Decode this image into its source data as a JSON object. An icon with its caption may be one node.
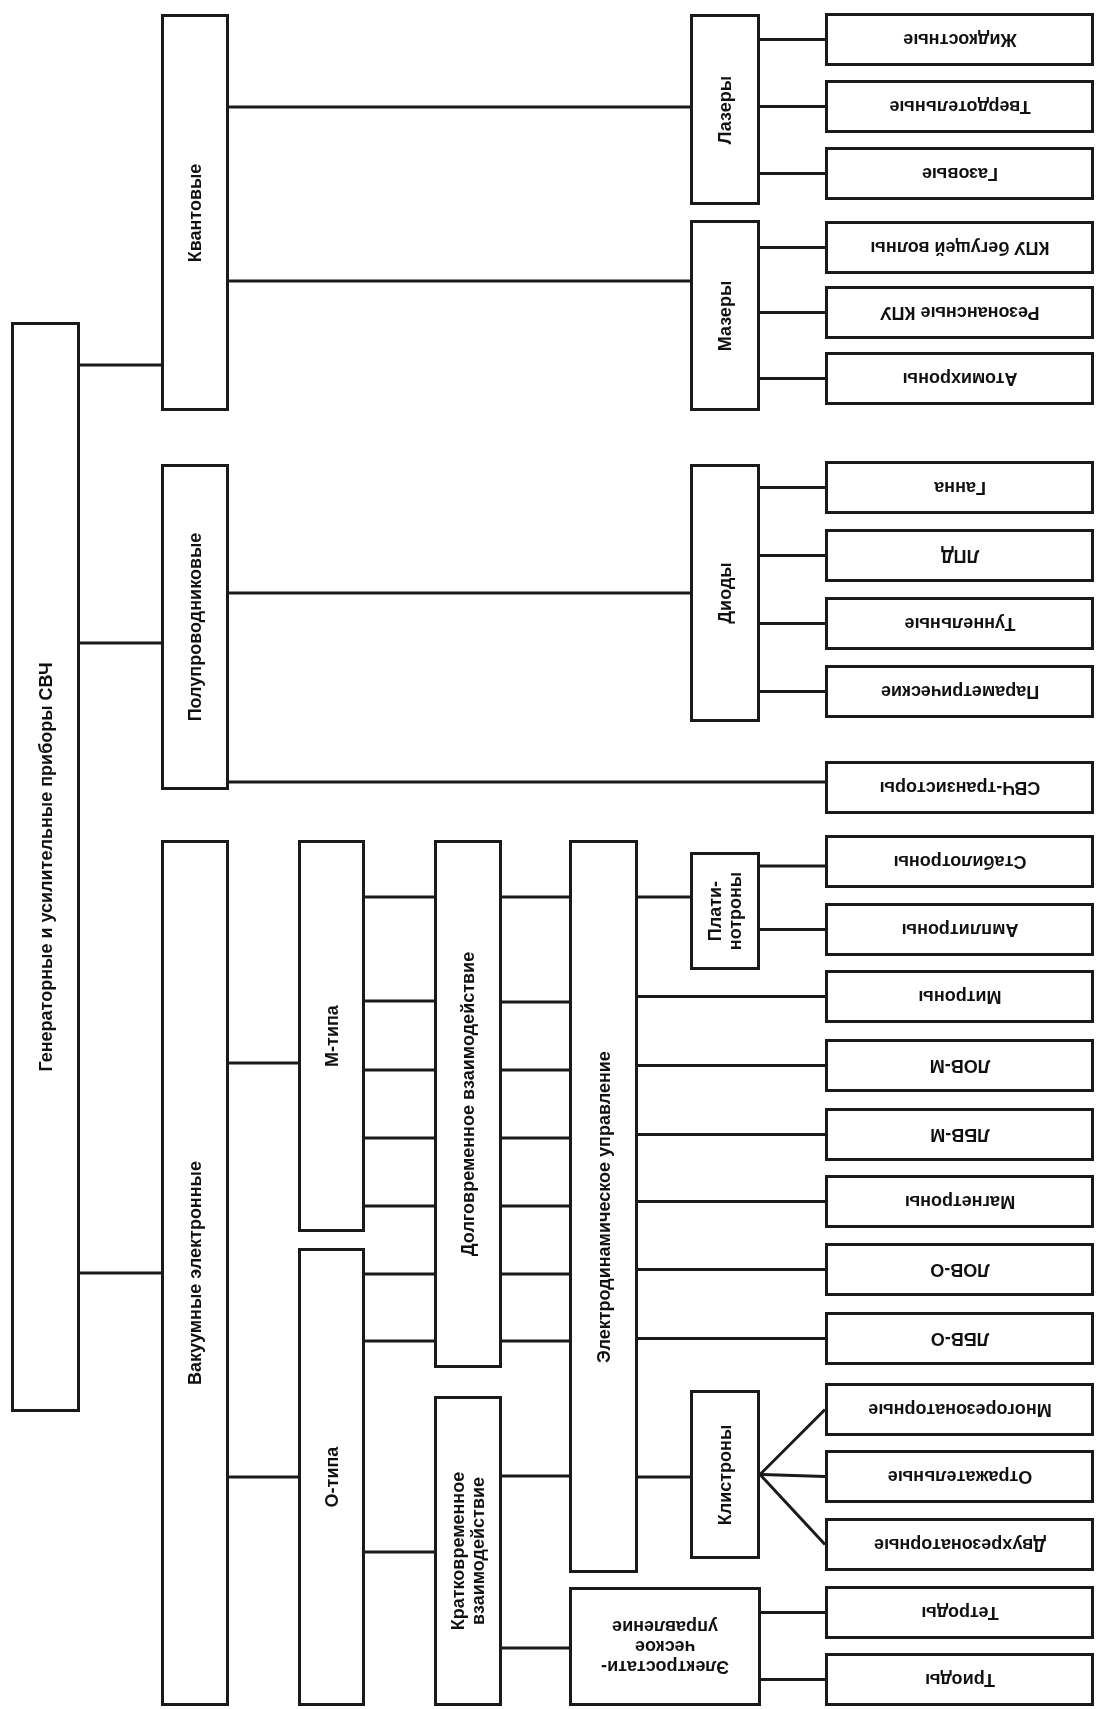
{
  "diagram": {
    "nodes": [
      {
        "text": [
          "Генераторные и усилительные приборы СВЧ"
        ]
      },
      {
        "text": [
          "Квантовые"
        ]
      },
      {
        "text": [
          "Лазеры"
        ]
      },
      {
        "text": [
          "Жидкостные"
        ]
      },
      {
        "text": [
          "Твердотельные"
        ]
      },
      {
        "text": [
          "Газовые"
        ]
      },
      {
        "text": [
          "Мазеры"
        ]
      },
      {
        "text": [
          "КПУ бегущей волны"
        ]
      },
      {
        "text": [
          "Резонансные КПУ"
        ]
      },
      {
        "text": [
          "Атомихроны"
        ]
      },
      {
        "text": [
          "Полупроводниковые"
        ]
      },
      {
        "text": [
          "Диоды"
        ]
      },
      {
        "text": [
          "Ганна"
        ]
      },
      {
        "text": [
          "ЛПД"
        ]
      },
      {
        "text": [
          "Туннельные"
        ]
      },
      {
        "text": [
          "Параметрические"
        ]
      },
      {
        "text": [
          "СВЧ-транзисторы"
        ]
      },
      {
        "text": [
          "Вакуумные электронные"
        ]
      },
      {
        "text": [
          "М-типа"
        ]
      },
      {
        "text": [
          "О-типа"
        ]
      },
      {
        "text": [
          "Долговременное взаимодействие"
        ]
      },
      {
        "text": [
          "Кратковременное взаимодействие"
        ]
      },
      {
        "text": [
          "Электродинамическое управление"
        ]
      },
      {
        "text": [
          "Электростати- ческое управление"
        ]
      },
      {
        "text": [
          "Плати- нотроны"
        ]
      },
      {
        "text": [
          "Стабилотроны"
        ]
      },
      {
        "text": [
          "Амплитроны"
        ]
      },
      {
        "text": [
          "Митроны"
        ]
      },
      {
        "text": [
          "ЛОВ-М"
        ]
      },
      {
        "text": [
          "ЛБВ-М"
        ]
      },
      {
        "text": [
          "Магнетроны"
        ]
      },
      {
        "text": [
          "ЛОВ-О"
        ]
      },
      {
        "text": [
          "ЛБВ-О"
        ]
      },
      {
        "text": [
          "Клистроны"
        ]
      },
      {
        "text": [
          "Многорезонаторные"
        ]
      },
      {
        "text": [
          "Отражательные"
        ]
      },
      {
        "text": [
          "Двухрезонаторные"
        ]
      },
      {
        "text": [
          "Тетроды"
        ]
      },
      {
        "text": [
          "Триоды"
        ]
      }
    ],
    "edges": [
      {
        "from": 0,
        "to": 1,
        "arrow": "none"
      },
      {
        "from": 0,
        "to": 10,
        "arrow": "none"
      },
      {
        "from": 0,
        "to": 17,
        "arrow": "none"
      },
      {
        "from": 1,
        "to": 2,
        "arrow": "none"
      },
      {
        "from": 1,
        "to": 6,
        "arrow": "none"
      },
      {
        "from": 2,
        "to": 3,
        "arrow": "none"
      },
      {
        "from": 2,
        "to": 4,
        "arrow": "none"
      },
      {
        "from": 2,
        "to": 5,
        "arrow": "none"
      },
      {
        "from": 6,
        "to": 7,
        "arrow": "none"
      },
      {
        "from": 6,
        "to": 8,
        "arrow": "none"
      },
      {
        "from": 6,
        "to": 9,
        "arrow": "none"
      },
      {
        "from": 10,
        "to": 11,
        "arrow": "none"
      },
      {
        "from": 10,
        "to": 16,
        "arrow": "none"
      },
      {
        "from": 11,
        "to": 12,
        "arrow": "none"
      },
      {
        "from": 11,
        "to": 13,
        "arrow": "none"
      },
      {
        "from": 11,
        "to": 14,
        "arrow": "none"
      },
      {
        "from": 11,
        "to": 15,
        "arrow": "none"
      },
      {
        "from": 17,
        "to": 18,
        "arrow": "none"
      },
      {
        "from": 17,
        "to": 19,
        "arrow": "none"
      },
      {
        "from": 18,
        "to": 20,
        "arrow": "none"
      },
      {
        "from": 18,
        "to": 20,
        "arrow": "none"
      },
      {
        "from": 18,
        "to": 20,
        "arrow": "none"
      },
      {
        "from": 18,
        "to": 20,
        "arrow": "none"
      },
      {
        "from": 18,
        "to": 20,
        "arrow": "none"
      },
      {
        "from": 19,
        "to": 20,
        "arrow": "none"
      },
      {
        "from": 19,
        "to": 20,
        "arrow": "none"
      },
      {
        "from": 19,
        "to": 21,
        "arrow": "none"
      },
      {
        "from": 20,
        "to": 22,
        "arrow": "none"
      },
      {
        "from": 20,
        "to": 22,
        "arrow": "none"
      },
      {
        "from": 20,
        "to": 22,
        "arrow": "none"
      },
      {
        "from": 20,
        "to": 22,
        "arrow": "none"
      },
      {
        "from": 20,
        "to": 22,
        "arrow": "none"
      },
      {
        "from": 20,
        "to": 22,
        "arrow": "none"
      },
      {
        "from": 20,
        "to": 22,
        "arrow": "none"
      },
      {
        "from": 21,
        "to": 22,
        "arrow": "none"
      },
      {
        "from": 21,
        "to": 23,
        "arrow": "none"
      },
      {
        "from": 22,
        "to": 24,
        "arrow": "none"
      },
      {
        "from": 22,
        "to": 27,
        "arrow": "none"
      },
      {
        "from": 22,
        "to": 28,
        "arrow": "none"
      },
      {
        "from": 22,
        "to": 29,
        "arrow": "none"
      },
      {
        "from": 22,
        "to": 30,
        "arrow": "none"
      },
      {
        "from": 22,
        "to": 31,
        "arrow": "none"
      },
      {
        "from": 22,
        "to": 32,
        "arrow": "none"
      },
      {
        "from": 22,
        "to": 33,
        "arrow": "none"
      },
      {
        "from": 24,
        "to": 25,
        "arrow": "none"
      },
      {
        "from": 24,
        "to": 26,
        "arrow": "none"
      },
      {
        "from": 33,
        "to": 34,
        "arrow": "none"
      },
      {
        "from": 33,
        "to": 35,
        "arrow": "none"
      },
      {
        "from": 33,
        "to": 36,
        "arrow": "none"
      },
      {
        "from": 23,
        "to": 37,
        "arrow": "none"
      },
      {
        "from": 23,
        "to": 38,
        "arrow": "none"
      }
    ]
  }
}
